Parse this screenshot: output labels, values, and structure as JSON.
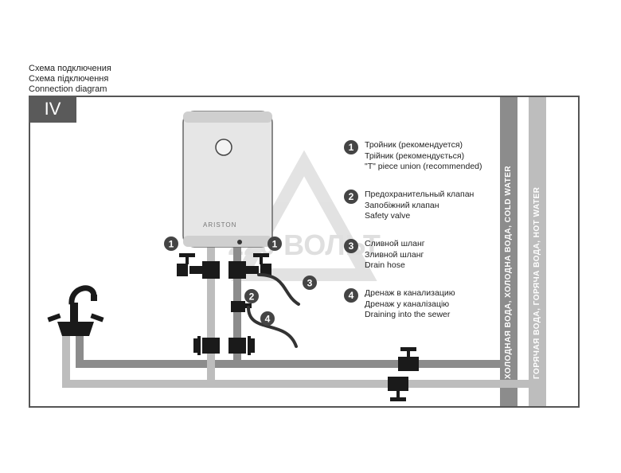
{
  "caption": {
    "line1": "Схема подключения",
    "line2": "Схема підключення",
    "line3": "Connection diagram"
  },
  "section_number": "IV",
  "heater_brand": "ARISTON",
  "watermark": "220 ВОЛЬТ",
  "legend": [
    {
      "number": "1",
      "lines": [
        "Тройник (рекомендуется)",
        "Трійник (рекомендується)",
        "\"T\" piece union (recommended)"
      ]
    },
    {
      "number": "2",
      "lines": [
        "Предохранительный клапан",
        "Запобіжний клапан",
        "Safety valve"
      ]
    },
    {
      "number": "3",
      "lines": [
        "Сливной шланг",
        "Зливной шланг",
        "Drain hose"
      ]
    },
    {
      "number": "4",
      "lines": [
        "Дренаж в канализацию",
        "Дренаж у каналізацію",
        "Draining into the sewer"
      ]
    }
  ],
  "pipes": {
    "cold": "ХОЛОДНАЯ ВОДА, ХОЛОДНА ВОДА,  COLD WATER",
    "hot": "ГОРЯЧАЯ ВОДА, ГОРЯЧА ВОДА, HOT WATER"
  },
  "badges": {
    "tee_left": "1",
    "tee_right": "1",
    "safety_valve": "2",
    "drain_hose": "3",
    "drain_sewer": "4"
  },
  "colors": {
    "pipe_cold": "#8c8c8c",
    "pipe_hot": "#bdbdbd",
    "frame": "#555555",
    "badge": "#444444"
  }
}
